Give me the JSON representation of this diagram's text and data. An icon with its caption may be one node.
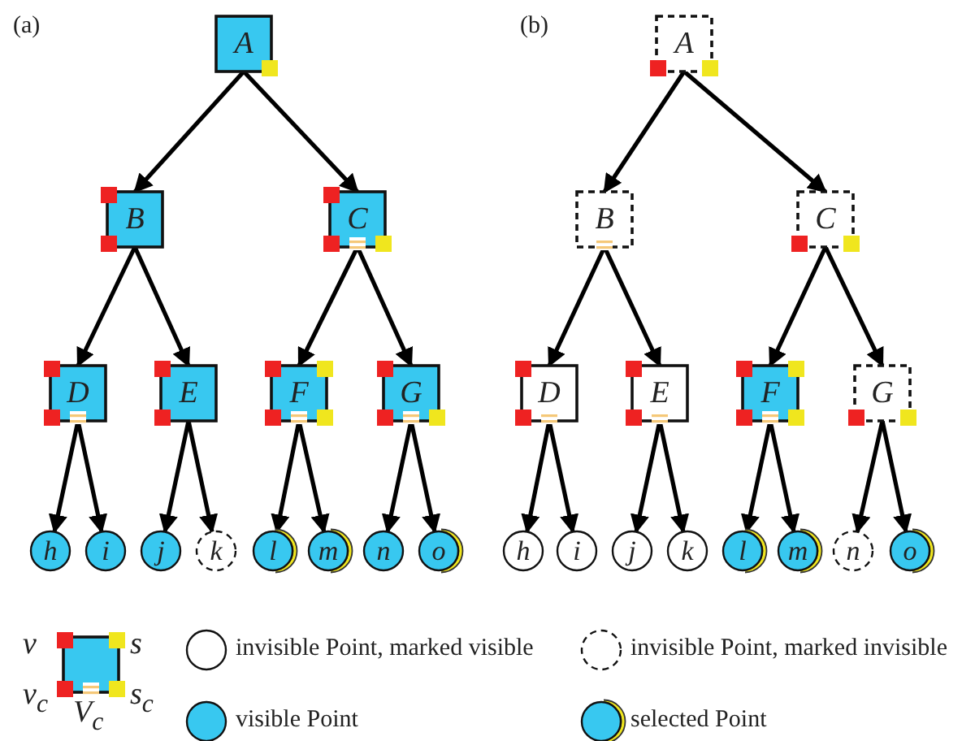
{
  "diagram": {
    "nodes": [
      {
        "text": [
          "A"
        ]
      },
      {
        "text": [
          "B"
        ]
      },
      {
        "text": [
          "C"
        ]
      },
      {
        "text": [
          "D"
        ]
      },
      {
        "text": [
          "E"
        ]
      },
      {
        "text": [
          "F"
        ]
      },
      {
        "text": [
          "G"
        ]
      },
      {
        "text": [
          "h"
        ]
      },
      {
        "text": [
          "i"
        ]
      },
      {
        "text": [
          "j"
        ]
      },
      {
        "text": [
          "k"
        ]
      },
      {
        "text": [
          "l"
        ]
      },
      {
        "text": [
          "m"
        ]
      },
      {
        "text": [
          "n"
        ]
      },
      {
        "text": [
          "o"
        ]
      },
      {
        "text": [
          "A"
        ]
      },
      {
        "text": [
          "B"
        ]
      },
      {
        "text": [
          "C"
        ]
      },
      {
        "text": [
          "D"
        ]
      },
      {
        "text": [
          "E"
        ]
      },
      {
        "text": [
          "F"
        ]
      },
      {
        "text": [
          "G"
        ]
      },
      {
        "text": [
          "h"
        ]
      },
      {
        "text": [
          "i"
        ]
      },
      {
        "text": [
          "j"
        ]
      },
      {
        "text": [
          "k"
        ]
      },
      {
        "text": [
          "l"
        ]
      },
      {
        "text": [
          "m"
        ]
      },
      {
        "text": [
          "n"
        ]
      },
      {
        "text": [
          "o"
        ]
      }
    ],
    "edges": [
      {
        "from": 0,
        "to": 1,
        "arrow": "to"
      },
      {
        "from": 0,
        "to": 2,
        "arrow": "to"
      },
      {
        "from": 1,
        "to": 3,
        "arrow": "to"
      },
      {
        "from": 1,
        "to": 4,
        "arrow": "to"
      },
      {
        "from": 2,
        "to": 5,
        "arrow": "to"
      },
      {
        "from": 2,
        "to": 6,
        "arrow": "to"
      },
      {
        "from": 3,
        "to": 7,
        "arrow": "to"
      },
      {
        "from": 3,
        "to": 8,
        "arrow": "to"
      },
      {
        "from": 4,
        "to": 9,
        "arrow": "to"
      },
      {
        "from": 4,
        "to": 10,
        "arrow": "to"
      },
      {
        "from": 5,
        "to": 11,
        "arrow": "to"
      },
      {
        "from": 5,
        "to": 12,
        "arrow": "to"
      },
      {
        "from": 6,
        "to": 13,
        "arrow": "to"
      },
      {
        "from": 6,
        "to": 14,
        "arrow": "to"
      },
      {
        "from": 15,
        "to": 16,
        "arrow": "to"
      },
      {
        "from": 15,
        "to": 17,
        "arrow": "to"
      },
      {
        "from": 16,
        "to": 18,
        "arrow": "to"
      },
      {
        "from": 16,
        "to": 19,
        "arrow": "to"
      },
      {
        "from": 17,
        "to": 20,
        "arrow": "to"
      },
      {
        "from": 17,
        "to": 21,
        "arrow": "to"
      },
      {
        "from": 18,
        "to": 22,
        "arrow": "to"
      },
      {
        "from": 18,
        "to": 23,
        "arrow": "to"
      },
      {
        "from": 19,
        "to": 24,
        "arrow": "to"
      },
      {
        "from": 19,
        "to": 25,
        "arrow": "to"
      },
      {
        "from": 20,
        "to": 26,
        "arrow": "to"
      },
      {
        "from": 20,
        "to": 27,
        "arrow": "to"
      },
      {
        "from": 21,
        "to": 28,
        "arrow": "to"
      },
      {
        "from": 21,
        "to": 29,
        "arrow": "to"
      }
    ],
    "labels": [
      "(a)",
      "(b)",
      "v",
      "s",
      "v$_{c}$",
      "s$_{c}$",
      "V$_{c}$"
    ],
    "legend": [
      {
        "text": "invisible Point, marked visible"
      },
      {
        "text": "invisible Point, marked invisible"
      },
      {
        "text": "visible Point"
      },
      {
        "text": "selected Point"
      }
    ]
  }
}
